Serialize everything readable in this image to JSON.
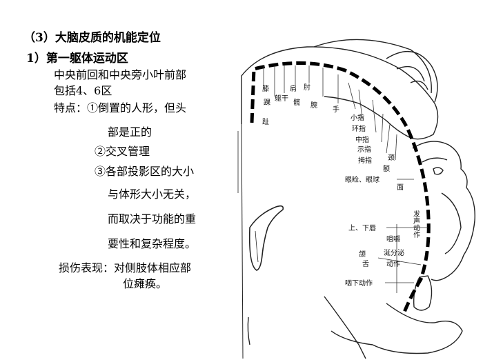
{
  "slide": {
    "section_title": "（3）大脑皮质的机能定位",
    "subsection_title": "1）第一躯体运动区",
    "lines": [
      "中央前回和中央旁小叶前部",
      "包括4、6区",
      "特点：①倒置的人形，但头",
      "部是正的",
      "②交叉管理",
      "③各部投影区的大小",
      "与体形大小无关，",
      "而取决于功能的重",
      "要性和复杂程度。",
      "损伤表现：对侧肢体相应部",
      "位瘫痪。"
    ]
  },
  "figure": {
    "labels": {
      "toe": "趾",
      "ankle": "踝",
      "knee": "膝",
      "hip": "髋",
      "trunk": "躯干",
      "shoulder": "肩",
      "elbow": "肘",
      "wrist": "腕",
      "hand": "手",
      "little_finger": "小指",
      "ring_finger": "环指",
      "middle_finger": "中指",
      "index_finger": "示指",
      "thumb": "拇指",
      "neck": "颈",
      "brow": "额",
      "eyelid_eyeball": "眼睑、眼球",
      "face": "面",
      "lips": "上、下唇",
      "jaw": "颌",
      "tongue": "舌",
      "swallowing": "咽下动作",
      "vocalization": "发声动作",
      "mastication": "咀嚼",
      "salivation": "涎分泌",
      "chewing_salivation_motion": "动作"
    }
  }
}
